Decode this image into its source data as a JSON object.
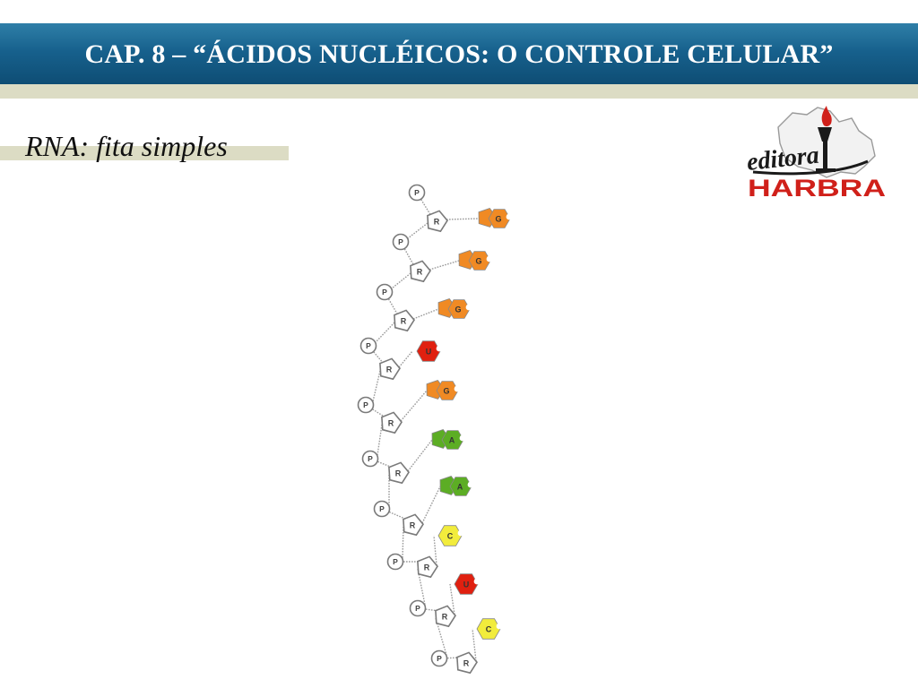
{
  "slide": {
    "title": "CAP. 8 – “ÁCIDOS NUCLÉICOS: O CONTROLE CELULAR”",
    "subtitle": "RNA: fita simples"
  },
  "logo": {
    "lines": [
      "editora",
      "HARBRA"
    ]
  },
  "diagram": {
    "phosphate_label": "P",
    "ribose_label": "R",
    "nucleotides": [
      {
        "base": "G",
        "color": "#f08a24"
      },
      {
        "base": "G",
        "color": "#f08a24"
      },
      {
        "base": "G",
        "color": "#f08a24"
      },
      {
        "base": "U",
        "color": "#e02010"
      },
      {
        "base": "G",
        "color": "#f08a24"
      },
      {
        "base": "A",
        "color": "#5cad24"
      },
      {
        "base": "A",
        "color": "#5cad24"
      },
      {
        "base": "C",
        "color": "#f2ec3c"
      },
      {
        "base": "U",
        "color": "#e02010"
      },
      {
        "base": "C",
        "color": "#f2ec3c"
      }
    ],
    "terminal_nucleotide": {
      "base": "",
      "has_base": false
    }
  }
}
